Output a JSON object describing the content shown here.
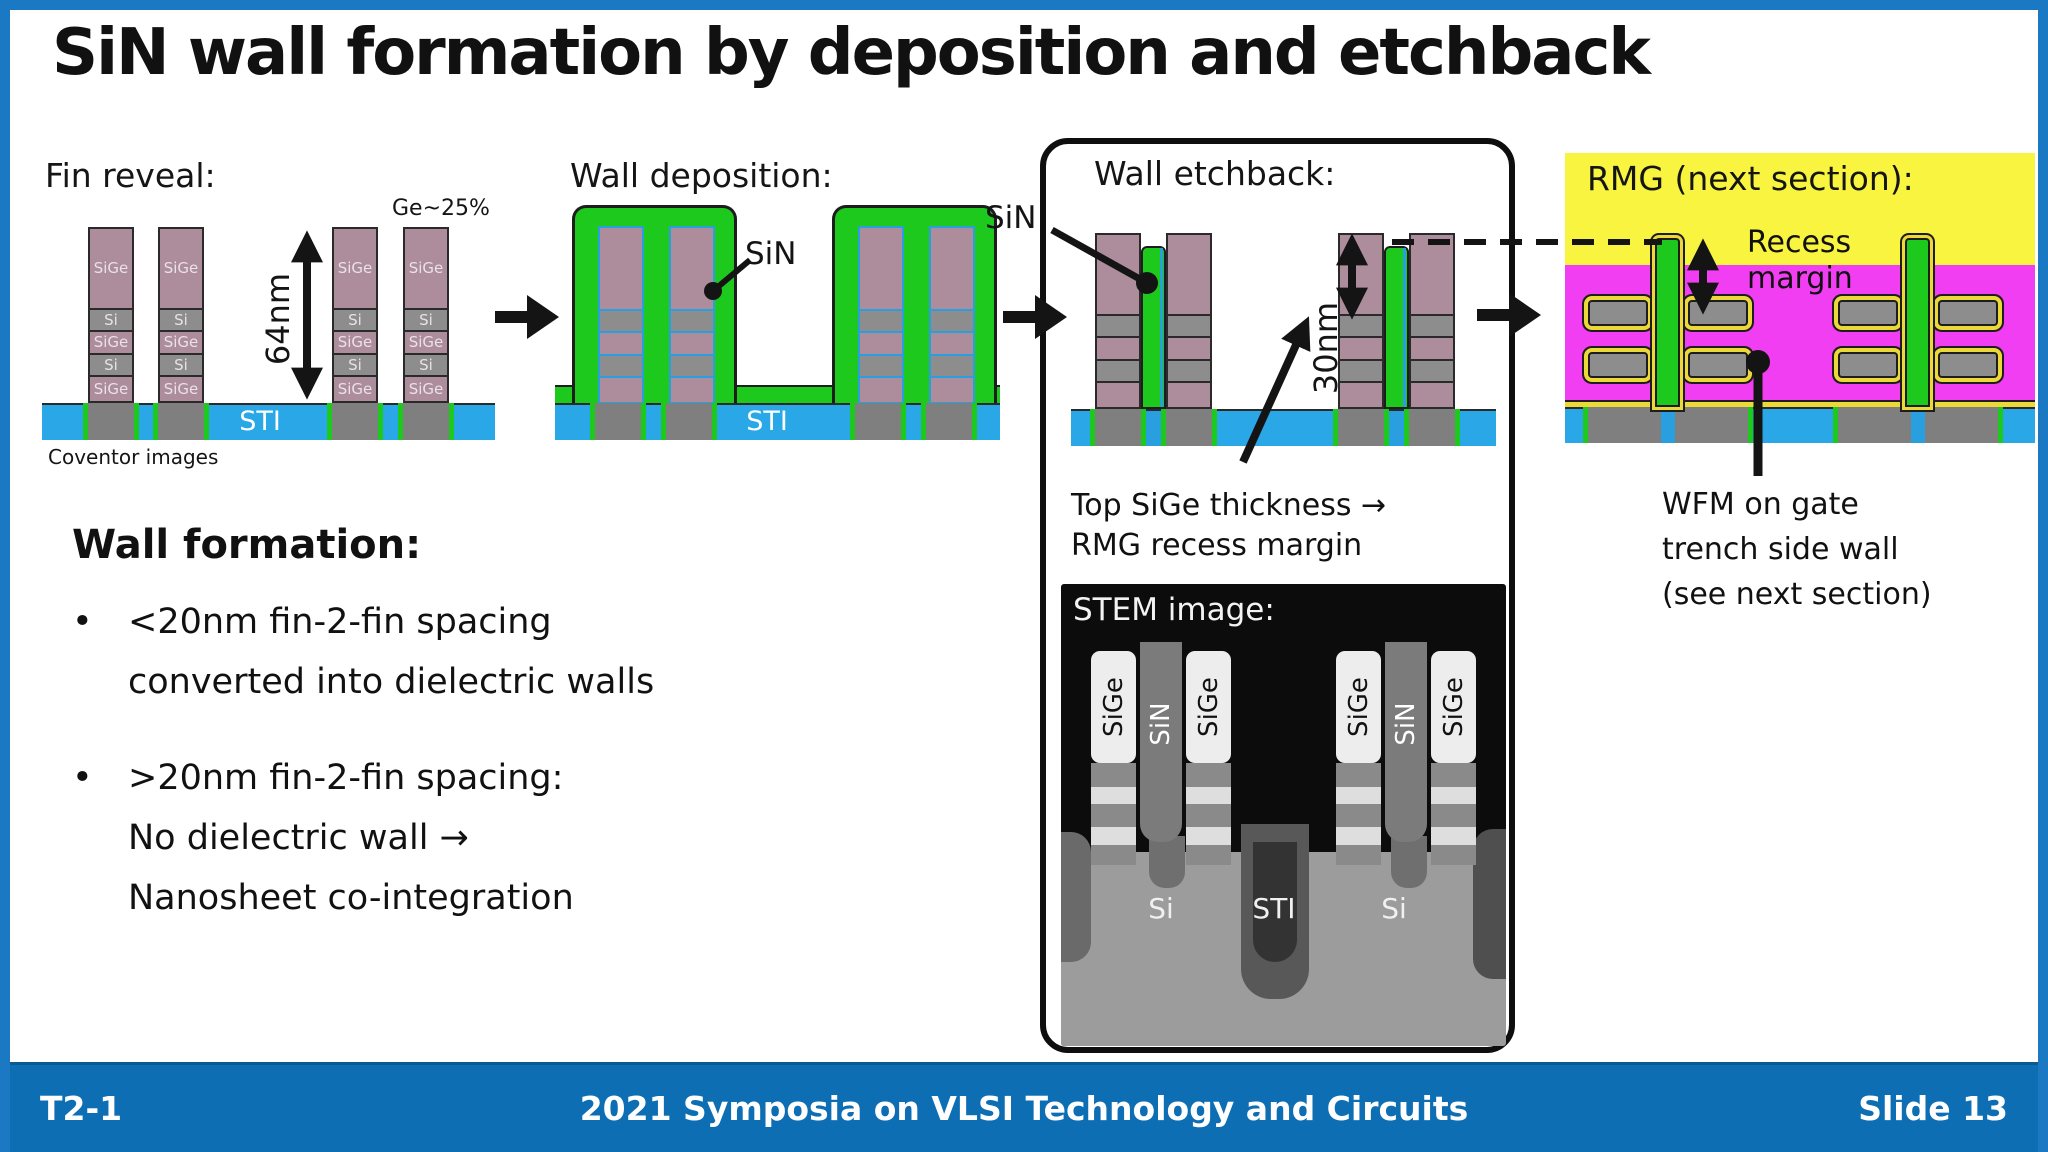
{
  "slide": {
    "title": "SiN wall formation by deposition and etchback"
  },
  "panels": {
    "fin_reveal": {
      "heading": "Fin reveal:",
      "ge_label": "Ge~25%",
      "fin_height_label": "64nm",
      "sti_label": "STI",
      "caption": "Coventor images",
      "fin_layers": [
        "SiGe",
        "Si",
        "SiGe",
        "Si",
        "SiGe"
      ]
    },
    "wall_deposition": {
      "heading": "Wall deposition:",
      "sin_label": "SiN",
      "sti_label": "STI"
    },
    "wall_etchback": {
      "heading": "Wall etchback:",
      "sin_label": "SiN",
      "recess_depth_label": "30nm",
      "note_line1": "Top SiGe thickness →",
      "note_line2": "RMG recess margin",
      "stem": {
        "heading": "STEM image:",
        "sige_label": "SiGe",
        "sin_label": "SiN",
        "bottom_labels": [
          "Si",
          "STI",
          "Si"
        ]
      }
    },
    "rmg": {
      "heading": "RMG (next section):",
      "recess_label_line1": "Recess",
      "recess_label_line2": "margin",
      "wfm_line1": "WFM on gate",
      "wfm_line2": "trench side wall",
      "wfm_line3": "(see next section)"
    }
  },
  "body": {
    "heading": "Wall formation:",
    "bullet_char": "•",
    "bullets": [
      {
        "lines": [
          "<20nm fin-2-fin spacing",
          "converted into dielectric walls"
        ]
      },
      {
        "lines": [
          ">20nm fin-2-fin spacing:",
          "No dielectric wall →",
          "Nanosheet co-integration"
        ]
      }
    ]
  },
  "footer": {
    "session": "T2-1",
    "conference": "2021 Symposia on VLSI Technology and Circuits",
    "slide_number": "Slide 13"
  },
  "colors": {
    "frame": "#1b78c2",
    "footer": "#0d6eb4",
    "sti": "#29a7e6",
    "green": "#1dc91d",
    "sige": "#ad8c9c",
    "si": "#8d8d8d",
    "ped": "#7f7f7f",
    "yellow": "#f8f440",
    "yellow-liner": "#ecd838",
    "magenta": "#f23ef2",
    "cyan": "#2a9fdf",
    "ink": "#141414"
  }
}
